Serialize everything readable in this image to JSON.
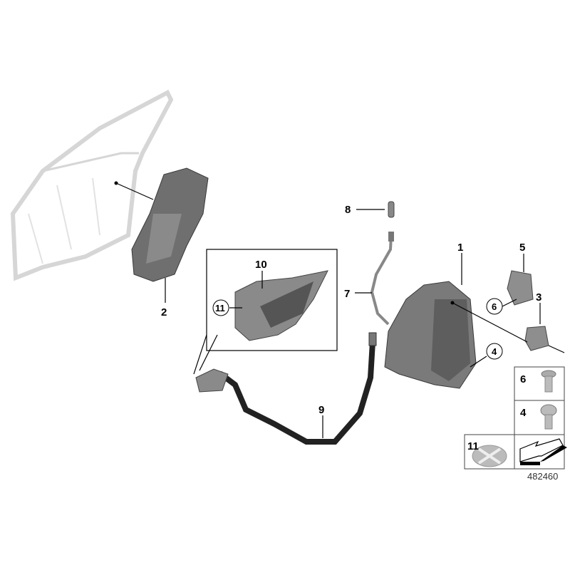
{
  "diagram": {
    "callouts": {
      "c1": "1",
      "c2": "2",
      "c3": "3",
      "c4": "4",
      "c5": "5",
      "c6": "6",
      "c7": "7",
      "c8": "8",
      "c9": "9",
      "c10": "10",
      "c11": "11"
    },
    "legend": {
      "row1": "6",
      "row2": "4",
      "row3": "11"
    },
    "reference_number": "482460"
  }
}
